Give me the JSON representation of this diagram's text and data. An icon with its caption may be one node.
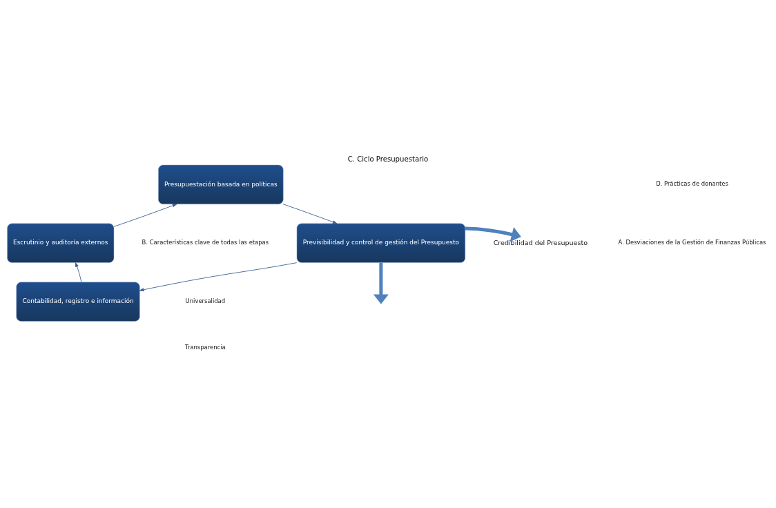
{
  "diagram": {
    "title": "C. Ciclo Presupuestario",
    "nodes": [
      {
        "text": [
          "Presupuestación basada en políticas"
        ]
      },
      {
        "text": [
          "Previsibilidad y control de gestión del Presupuesto"
        ]
      },
      {
        "text": [
          "Contabilidad, registro e información"
        ]
      },
      {
        "text": [
          "Escrutinio y auditoría externos"
        ]
      },
      {
        "text": [
          "Credibilidad del Presupuesto"
        ]
      }
    ],
    "edges": [
      {
        "from": 0,
        "to": 1,
        "arrow": "to"
      },
      {
        "from": 1,
        "to": 2,
        "arrow": "to"
      },
      {
        "from": 2,
        "to": 3,
        "arrow": "to"
      },
      {
        "from": 3,
        "to": 0,
        "arrow": "to"
      },
      {
        "from": 1,
        "to": 4,
        "arrow": "to",
        "style": "thick",
        "color": "#4f81bd"
      },
      {
        "from": 1,
        "to": null,
        "arrow": "to",
        "style": "thick",
        "color": "#4f81bd"
      }
    ],
    "labels": [
      "D. Prácticas de donantes",
      "A. Desviaciones de la Gestión de Finanzas Públicas",
      "B. Características clave de todas las etapas",
      "Universalidad",
      "Transparencia"
    ]
  }
}
